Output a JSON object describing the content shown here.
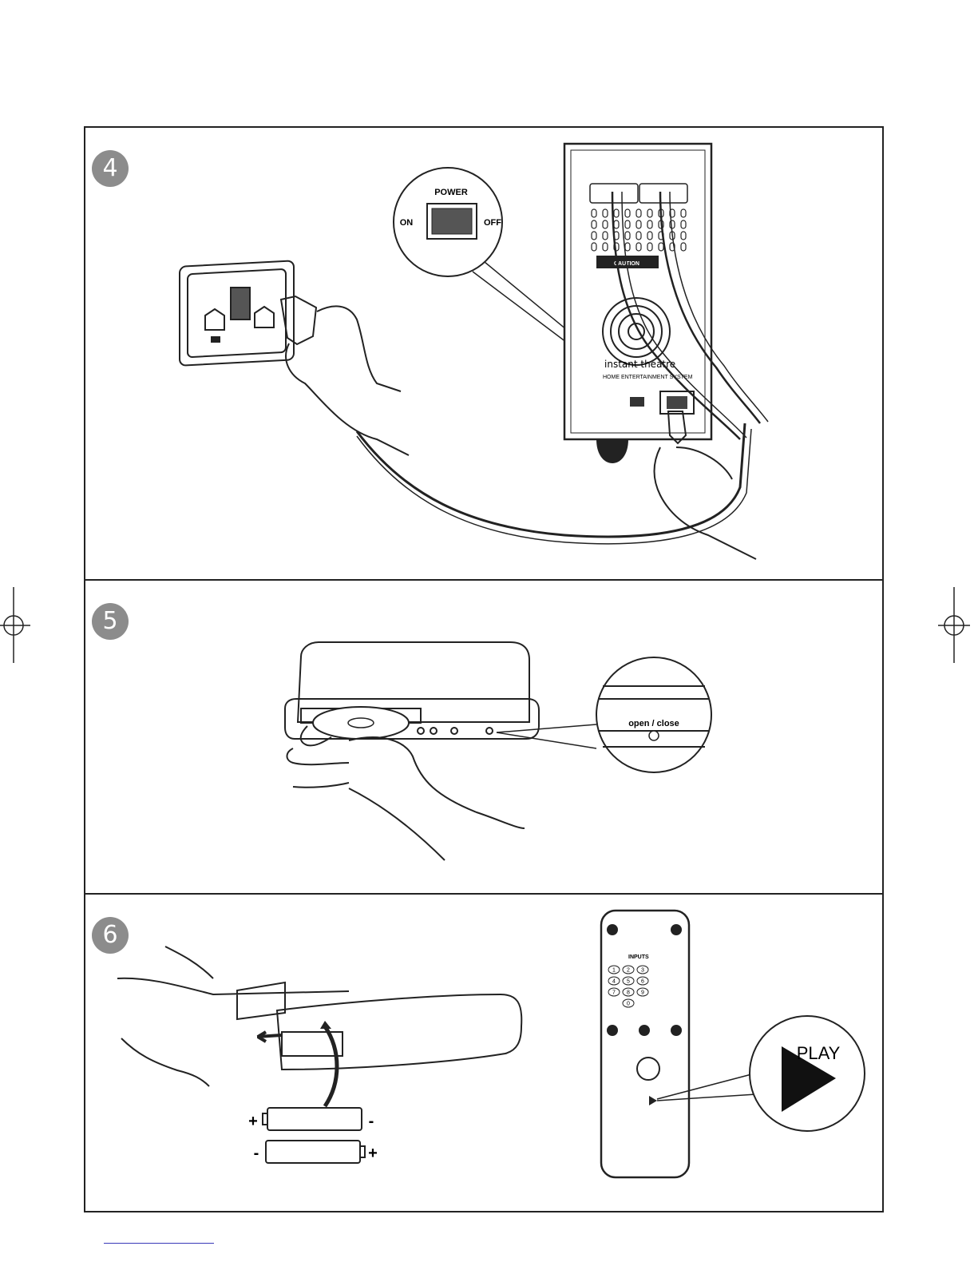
{
  "steps": [
    {
      "number": "4",
      "callout": {
        "title": "POWER",
        "on": "ON",
        "off": "OFF"
      },
      "subwoofer": {
        "brand": "instant theatre",
        "tagline": "HOME ENTERTAINMENT SYSTEM",
        "caution": "CAUTION"
      }
    },
    {
      "number": "5",
      "callout": {
        "label": "open / close"
      }
    },
    {
      "number": "6",
      "callout": {
        "label": "PLAY"
      },
      "batteries": {
        "plus": "+",
        "minus": "-"
      },
      "remote": {
        "inputs": "INPUTS",
        "keys": [
          "1",
          "2",
          "3",
          "4",
          "5",
          "6",
          "7",
          "8",
          "9",
          "0"
        ]
      }
    }
  ],
  "colors": {
    "step_badge": "#8c8c8c",
    "line": "#222222"
  }
}
